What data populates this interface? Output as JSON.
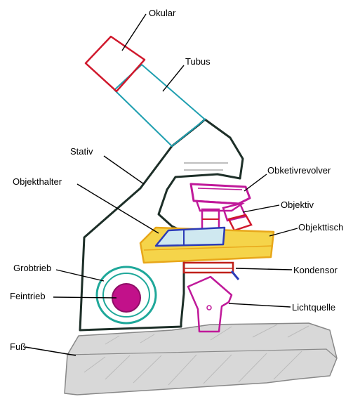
{
  "labels": {
    "okular": "Okular",
    "tubus": "Tubus",
    "stativ": "Stativ",
    "objekthalter": "Objekthalter",
    "obkeetivrevolver": "Obketivrevolver",
    "objektiv": "Objektiv",
    "objekttisch": "Objekttisch",
    "grobtrieb": "Grobtrieb",
    "kondensor": "Kondensor",
    "feintrieb": "Feintrieb",
    "lichtquelle": "Lichtquelle",
    "fuss": "Fuß"
  },
  "colors": {
    "okular": "#d0182c",
    "tubus": "#1f9fb0",
    "stativ": "#1d2f28",
    "revolver": "#c0199a",
    "objektiv": "#c0199a",
    "tisch_fill": "#f5d44a",
    "tisch_edge": "#e8a71a",
    "halter": "#2c3bb8",
    "kondensor": "#c0201a",
    "grobtrieb": "#1fa89a",
    "feintrieb": "#c2118a",
    "lichtquelle": "#c0199a",
    "fuss": "#9a9a9a"
  }
}
